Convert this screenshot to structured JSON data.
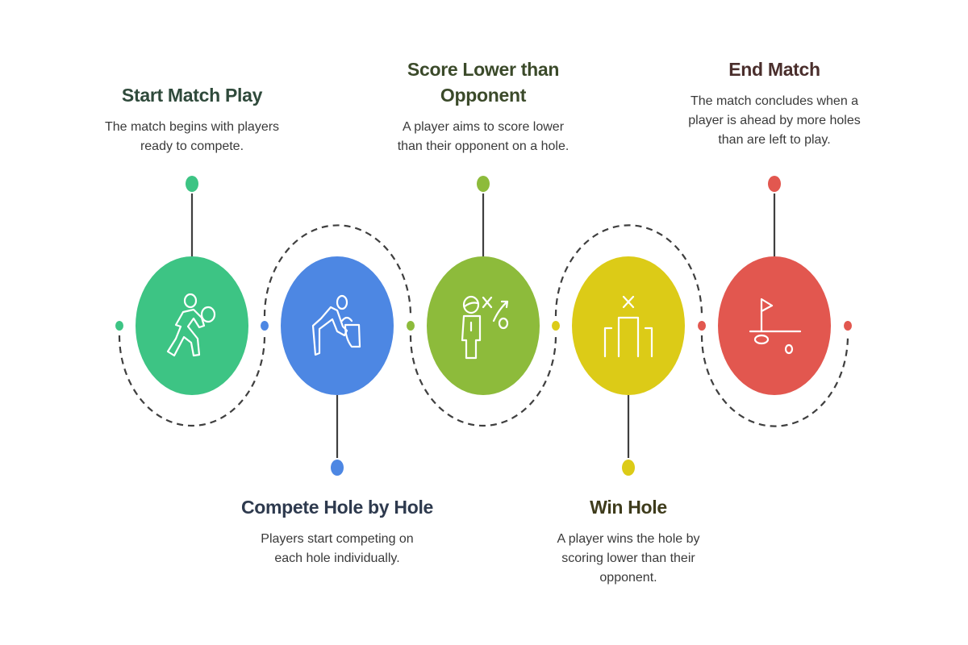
{
  "steps": [
    {
      "title": [
        "Start Match Play"
      ],
      "desc": [
        "The match begins with players",
        "ready to compete."
      ],
      "color": "#3DC484",
      "title_color": "#2F4A3B",
      "icon": "player-throwing-ball-icon"
    },
    {
      "title": [
        "Compete Hole by Hole"
      ],
      "desc": [
        "Players start competing on",
        "each hole individually."
      ],
      "color": "#4D87E3",
      "title_color": "#2E3A4E",
      "icon": "golfer-putting-icon"
    },
    {
      "title": [
        "Score Lower than",
        "Opponent"
      ],
      "desc": [
        "A player aims to score lower",
        "than their opponent on a hole."
      ],
      "color": "#8DBB3B",
      "title_color": "#3B4A2A",
      "icon": "player-strategy-icon"
    },
    {
      "title": [
        "Win Hole"
      ],
      "desc": [
        "A player wins the hole by",
        "scoring lower than their",
        "opponent."
      ],
      "color": "#DCCB17",
      "title_color": "#3F3C1C",
      "icon": "podium-icon"
    },
    {
      "title": [
        "End Match"
      ],
      "desc": [
        "The match concludes when a",
        "player is ahead by more holes",
        "than are left to play."
      ],
      "color": "#E2574F",
      "title_color": "#4A2E2C",
      "icon": "golf-flag-hole-icon"
    }
  ]
}
